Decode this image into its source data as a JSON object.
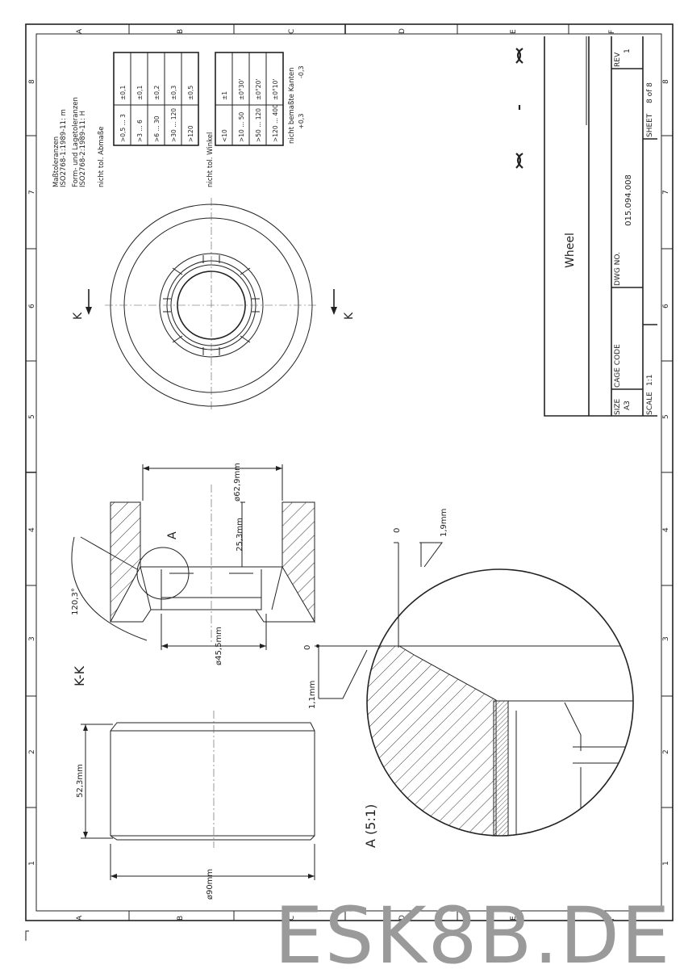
{
  "frame": {
    "columns": [
      "A",
      "B",
      "C",
      "D",
      "E",
      "F"
    ],
    "rows": [
      "8",
      "7",
      "6",
      "5",
      "4",
      "3",
      "2",
      "1"
    ]
  },
  "tolerances": {
    "heading1": "Maßtoleranzen",
    "std1": "ISO2768-1:1989-11: m",
    "heading2": "Form- und Lagetoleranzen",
    "std2": "ISO2768-2:1989-11: H",
    "linear_title": "nicht tol. Abmaße",
    "linear": [
      {
        "range": ">0,5 ... 3",
        "tol": "±0,1"
      },
      {
        "range": ">3 ... 6",
        "tol": "±0,1"
      },
      {
        "range": ">6 ... 30",
        "tol": "±0,2"
      },
      {
        "range": ">30 ... 120",
        "tol": "±0,3"
      },
      {
        "range": ">120",
        "tol": "±0,5"
      }
    ],
    "angular_title": "nicht tol. Winkel",
    "angular": [
      {
        "range": "<10",
        "tol": "±1"
      },
      {
        "range": ">10 ... 50",
        "tol": "±0°30'"
      },
      {
        "range": ">50 ... 120",
        "tol": "±0°20'"
      },
      {
        "range": ">120 ... 400",
        "tol": "±0°10'"
      }
    ],
    "edges_title": "nicht bemaßte Kanten",
    "edges_plus": "+0,3",
    "edges_minus": "-0,3"
  },
  "title_block": {
    "title": "Wheel",
    "size_label": "SIZE",
    "size": "A3",
    "cage_label": "CAGE CODE",
    "dwg_label": "DWG NO.",
    "dwg_no": "015.094.008",
    "rev_label": "REV",
    "rev": "1",
    "scale_label": "SCALE",
    "scale": "1:1",
    "sheet_label": "SHEET",
    "sheet": "8 of 8"
  },
  "views": {
    "section_marker": "K",
    "section_label": "K-K",
    "detail_marker": "A",
    "detail_label": "A (5:1)"
  },
  "dimensions": {
    "d_outer_bore": "ø62,9mm",
    "depth": "25,3mm",
    "angle": "120,3°",
    "d_inner": "ø45,5mm",
    "width": "52,3mm",
    "d_outer": "ø90mm",
    "detail_zero_a": "0",
    "detail_offset": "1,9mm",
    "detail_zero_b": "0",
    "detail_offset_b": "1,1mm"
  },
  "watermark": "ESK8B.DE"
}
